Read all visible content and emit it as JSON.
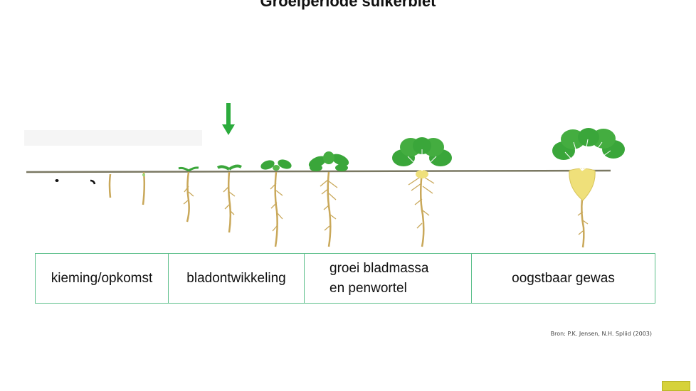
{
  "title": "Groeiperiode suikerbiet",
  "stages": [
    {
      "lines": [
        "kieming/opkomst"
      ]
    },
    {
      "lines": [
        "bladontwikkeling"
      ]
    },
    {
      "lines": [
        "groei bladmassa",
        "en penwortel"
      ]
    },
    {
      "lines": [
        "oogstbaar gewas"
      ]
    }
  ],
  "source": "Bron: P.K. Jensen, N.H. Spliid (2003)",
  "colors": {
    "ground": "#7a7862",
    "root": "#c9a85a",
    "leaf": "#3aa63a",
    "arrow": "#2bab3c",
    "beet": "#efe07a",
    "border": "#5bbf8a"
  }
}
